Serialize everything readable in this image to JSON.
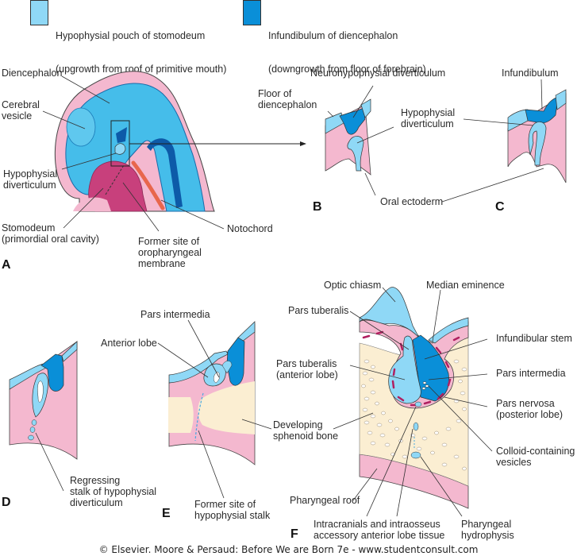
{
  "legend": [
    {
      "label_line1": "Hypophysial pouch of stomodeum",
      "label_line2": "(upgrowth from roof of primitive mouth)",
      "color": "#8fd8f6"
    },
    {
      "label_line1": "Infundibulum of diencephalon",
      "label_line2": "(downgrowth from floor of forebrain)",
      "color": "#0a8fd8"
    }
  ],
  "colors": {
    "pink": "#f4b8cf",
    "light_blue": "#8fd8f6",
    "mid_blue": "#45bdea",
    "dark_blue": "#0a8fd8",
    "navy": "#0d5aa8",
    "magenta": "#c8407c",
    "bone": "#fbeed2",
    "notochord": "#e8664c",
    "outline": "#333333"
  },
  "panels": {
    "A": {
      "letter": "A",
      "labels": {
        "diencephalon": "Diencephalon",
        "cerebral_vesicle": "Cerebral\nvesicle",
        "hypophysial_diverticulum": "Hypophysial\ndiverticulum",
        "stomodeum": "Stomodeum\n(primordial oral cavity)",
        "former_site": "Former site of\noropharyngeal\nmembrane",
        "notochord": "Notochord"
      }
    },
    "B": {
      "letter": "B",
      "labels": {
        "neurohypophysial": "Neurohypophysial diverticulum",
        "floor_of_diencephalon": "Floor of\ndiencephalon",
        "hypophysial_diverticulum": "Hypophysial\ndiverticulum",
        "oral_ectoderm": "Oral ectoderm"
      }
    },
    "C": {
      "letter": "C",
      "labels": {
        "infundibulum": "Infundibulum"
      }
    },
    "D": {
      "letter": "D",
      "labels": {
        "regressing_stalk": "Regressing\nstalk of hypophysial\ndiverticulum"
      }
    },
    "E": {
      "letter": "E",
      "labels": {
        "pars_intermedia": "Pars intermedia",
        "anterior_lobe": "Anterior lobe",
        "developing_sphenoid": "Developing\nsphenoid bone",
        "former_site_stalk": "Former site of\nhypophysial stalk"
      }
    },
    "F": {
      "letter": "F",
      "labels": {
        "optic_chiasm": "Optic chiasm",
        "median_eminence": "Median eminence",
        "pars_tuberalis": "Pars tuberalis",
        "infundibular_stem": "Infundibular stem",
        "pars_tuberalis_anterior": "Pars tuberalis\n(anterior lobe)",
        "pars_intermedia": "Pars intermedia",
        "pars_nervosa": "Pars nervosa\n(posterior lobe)",
        "colloid_vesicles": "Colloid-containing\nvesicles",
        "pharyngeal_roof": "Pharyngeal roof",
        "accessory_tissue": "Intracranials and intraosseus\naccessory anterior lobe tissue",
        "pharyngeal_hydrophysis": "Pharyngeal\nhydrophysis"
      }
    }
  },
  "footer": "© Elsevier. Moore & Persaud: Before We are Born 7e - www.studentconsult.com"
}
